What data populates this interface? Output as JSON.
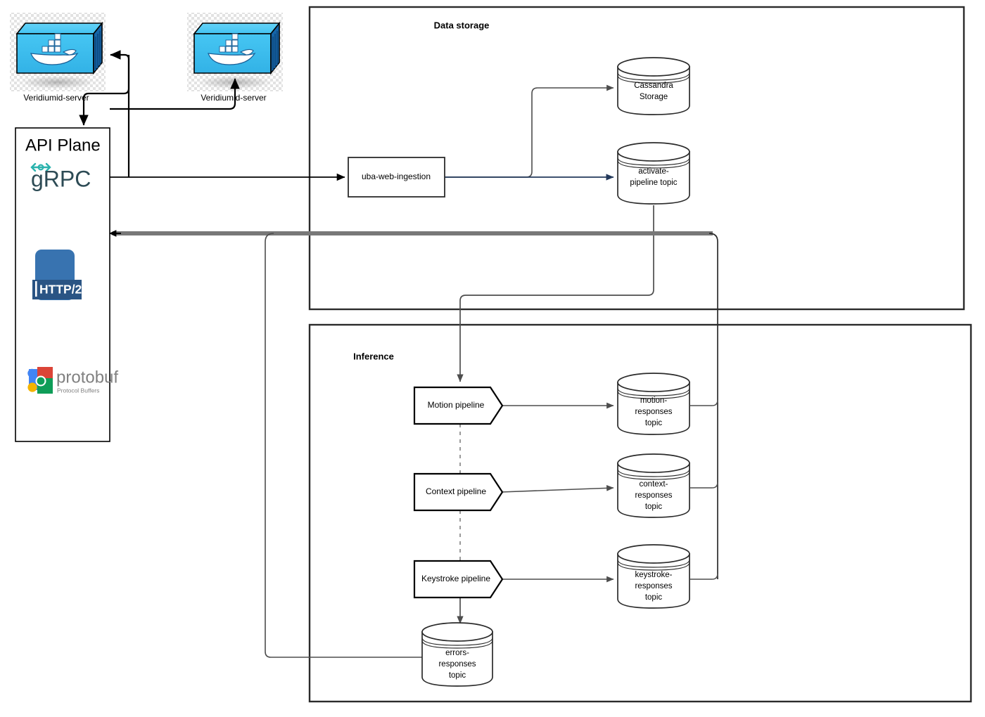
{
  "groups": [
    {
      "name": "data-storage",
      "title": "Data storage"
    },
    {
      "name": "inference",
      "title": "Inference"
    }
  ],
  "api_plane": {
    "title": "API Plane",
    "logos": [
      {
        "name": "grpc-logo",
        "label": "gRPC",
        "color": "#2d4b55",
        "accent": "#2bb3ae"
      },
      {
        "name": "http2-logo",
        "label": "HTTP/2",
        "color": "#3873b0",
        "accent": "#2b5party"
      },
      {
        "name": "protobuf-logo",
        "label": "protobuf",
        "sublabel": "Protocol Buffers",
        "color": "#7a7a7a"
      }
    ]
  },
  "servers": [
    {
      "name": "veridiumid-server-1",
      "label": "Veridiumid-server"
    },
    {
      "name": "veridiumid-server-2",
      "label": "Veridiumid-server"
    }
  ],
  "process_nodes": [
    {
      "name": "uba-web-ingestion",
      "label": "uba-web-ingestion"
    }
  ],
  "pipelines": [
    {
      "name": "motion-pipeline",
      "label": "Motion pipeline"
    },
    {
      "name": "context-pipeline",
      "label": "Context pipeline"
    },
    {
      "name": "keystroke-pipeline",
      "label": "Keystroke pipeline"
    }
  ],
  "datastores": [
    {
      "name": "cassandra-storage",
      "lines": [
        "Cassandra",
        "Storage"
      ]
    },
    {
      "name": "activate-pipeline-topic",
      "lines": [
        "activate-",
        "pipeline topic"
      ]
    },
    {
      "name": "motion-responses-topic",
      "lines": [
        "motion-",
        "responses",
        "topic"
      ]
    },
    {
      "name": "context-responses-topic",
      "lines": [
        "context-",
        "responses",
        "topic"
      ]
    },
    {
      "name": "keystroke-responses-topic",
      "lines": [
        "keystroke-",
        "responses",
        "topic"
      ]
    },
    {
      "name": "errors-responses-topic",
      "lines": [
        "errors-",
        "responses",
        "topic"
      ]
    }
  ],
  "colors": {
    "stroke": "#000000",
    "group_stroke": "#2b2b2b",
    "gray_edge": "#787878",
    "thin_edge": "#4d4d4d",
    "blue_edge": "#23395b",
    "docker_light": "#3fc0f0",
    "docker_mid": "#29a8db",
    "docker_dark": "#1565a8",
    "grpc_teal": "#2bb3ae",
    "grpc_navy": "#2d4b55",
    "http2_blue": "#3873b0",
    "http2_dark": "#2a5484",
    "pb_blue": "#4285f4",
    "pb_red": "#db4437",
    "pb_green": "#0f9d58",
    "pb_yellow": "#f4b400",
    "pb_text": "#808080"
  }
}
